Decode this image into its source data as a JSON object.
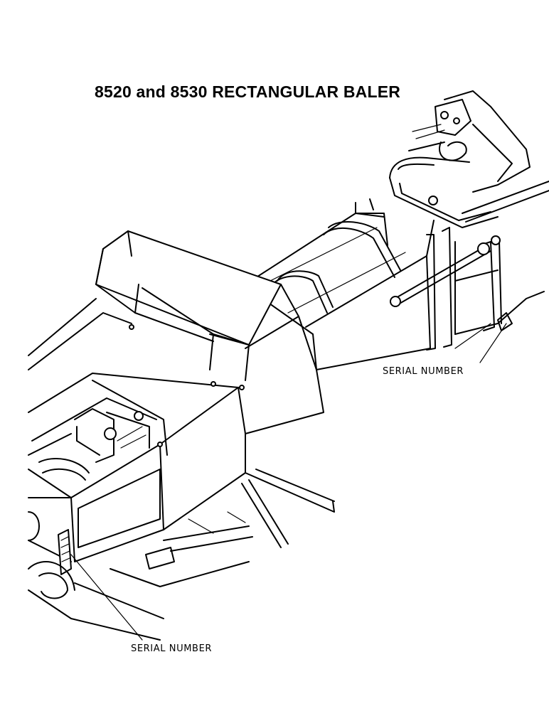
{
  "title": "8520 and 8530 RECTANGULAR BALER",
  "labels": {
    "serial_number_upper": "SERIAL NUMBER",
    "serial_number_lower": "SERIAL NUMBER"
  },
  "colors": {
    "line": "#000000",
    "background": "#ffffff"
  }
}
